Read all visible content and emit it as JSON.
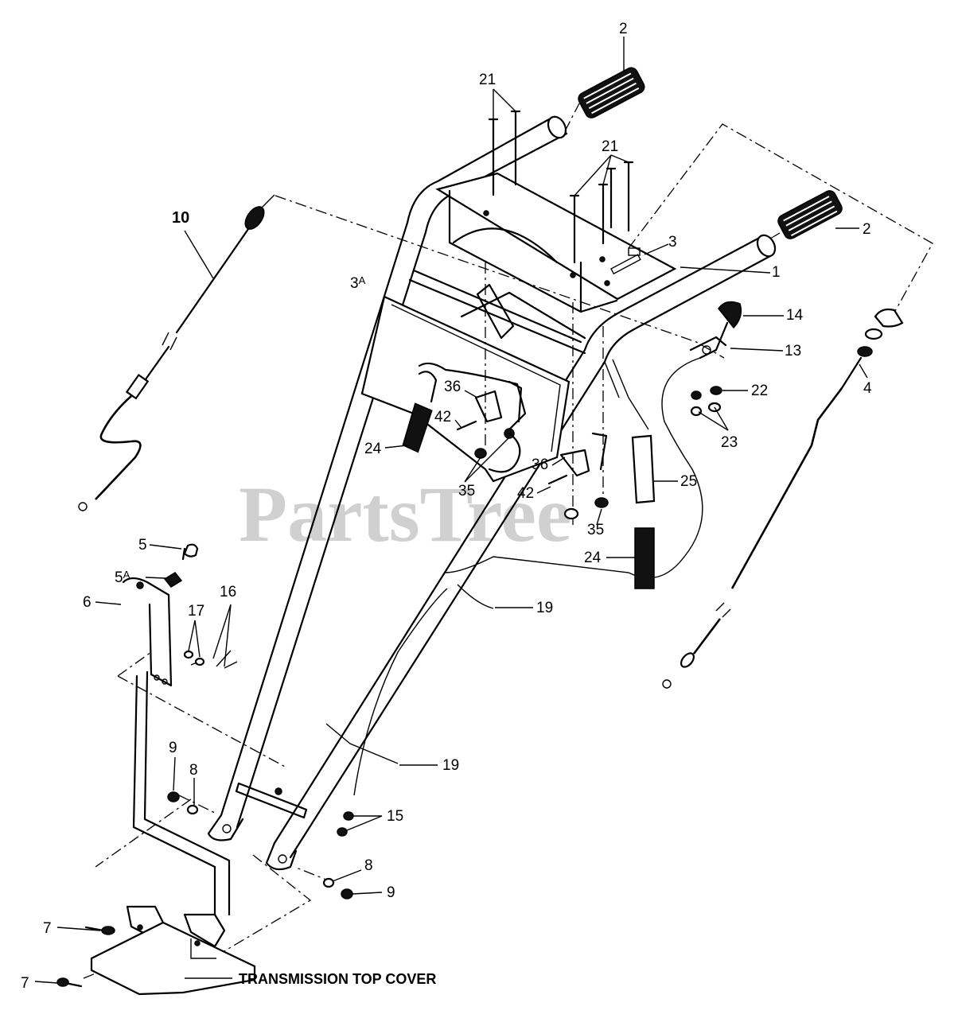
{
  "watermark": "PartsTree",
  "caption": "TRANSMISSION TOP COVER",
  "callouts": {
    "c2_top": "2",
    "c2_right": "2",
    "c21_left": "21",
    "c21_mid": "21",
    "c3": "3",
    "c3a_num": "3",
    "c3a_suffix": "A",
    "c1": "1",
    "c10": "10",
    "c14": "14",
    "c13": "13",
    "c4": "4",
    "c22": "22",
    "c23": "23",
    "c36_a": "36",
    "c42_a": "42",
    "c24_a": "24",
    "c35_a": "35",
    "c36_b": "36",
    "c42_b": "42",
    "c25": "25",
    "c35_b": "35",
    "c24_b": "24",
    "c19_a": "19",
    "c19_b": "19",
    "c5": "5",
    "c5a_num": "5",
    "c5a_suffix": "A",
    "c16": "16",
    "c17": "17",
    "c6": "6",
    "c9_a": "9",
    "c8_a": "8",
    "c15": "15",
    "c8_b": "8",
    "c9_b": "9",
    "c7_a": "7",
    "c7_b": "7"
  }
}
